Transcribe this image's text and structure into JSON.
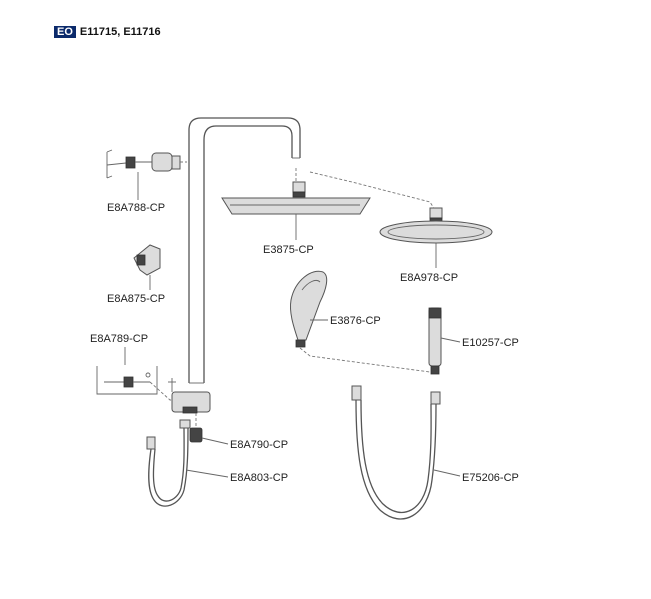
{
  "title": {
    "prefix": "EO",
    "models": "E11715, E11716"
  },
  "parts": [
    {
      "id": "E8A788-CP"
    },
    {
      "id": "E8A875-CP"
    },
    {
      "id": "E8A789-CP"
    },
    {
      "id": "E3875-CP"
    },
    {
      "id": "E8A978-CP"
    },
    {
      "id": "E3876-CP"
    },
    {
      "id": "E10257-CP"
    },
    {
      "id": "E8A790-CP"
    },
    {
      "id": "E8A803-CP"
    },
    {
      "id": "E75206-CP"
    }
  ]
}
